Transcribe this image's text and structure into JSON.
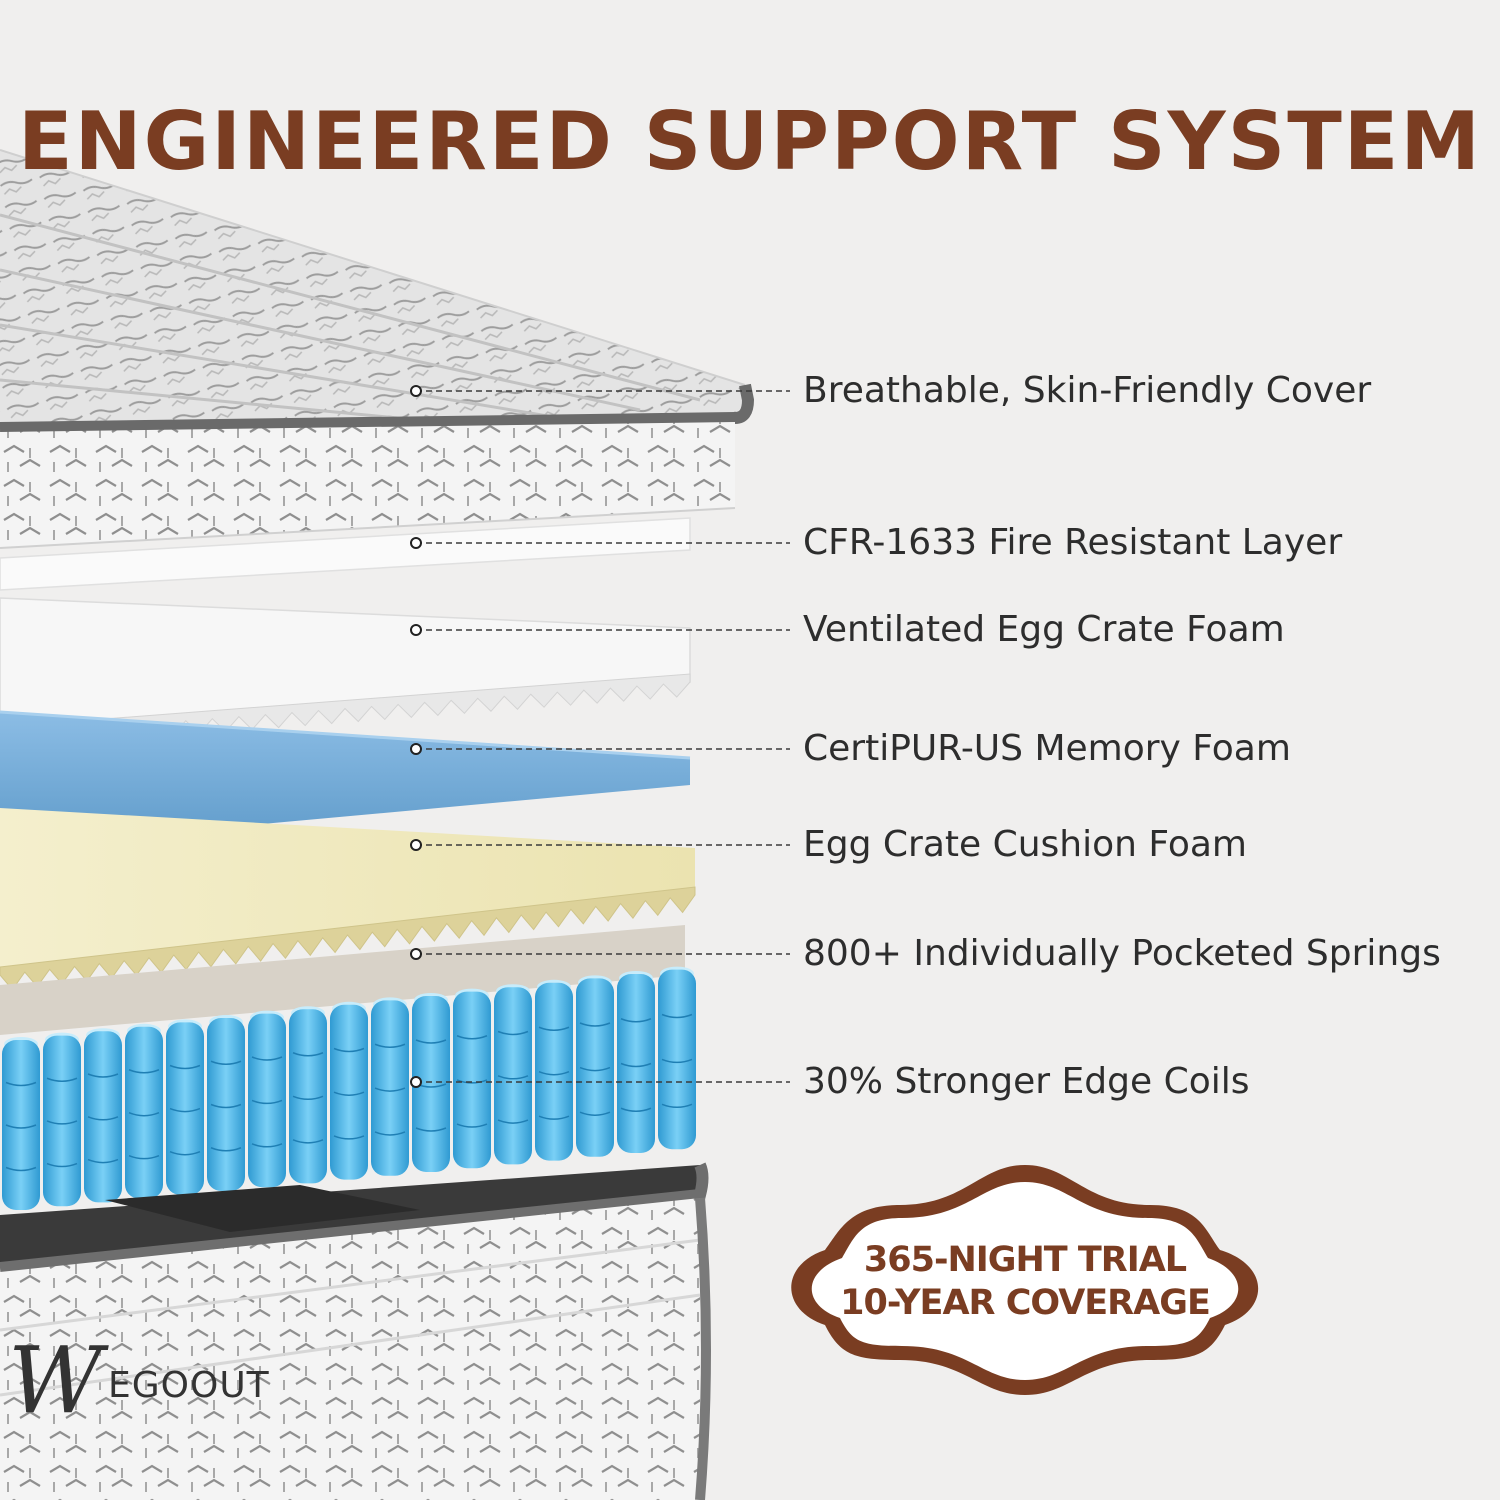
{
  "headline": "ENGINEERED SUPPORT SYSTEM",
  "layers": [
    {
      "label": "Breathable, Skin-Friendly Cover",
      "icon": "cover-layer-icon"
    },
    {
      "label": "CFR-1633 Fire Resistant Layer",
      "icon": "fire-resistant-layer-icon"
    },
    {
      "label": "Ventilated Egg Crate Foam",
      "icon": "egg-crate-foam-icon"
    },
    {
      "label": "CertiPUR-US Memory Foam",
      "icon": "memory-foam-icon"
    },
    {
      "label": "Egg Crate Cushion Foam",
      "icon": "cushion-foam-icon"
    },
    {
      "label": "800+ Individually Pocketed Springs",
      "icon": "pocketed-springs-icon"
    },
    {
      "label": "30% Stronger Edge Coils",
      "icon": "edge-coils-icon"
    }
  ],
  "badge": {
    "line1": "365-NIGHT TRIAL",
    "line2": "10-YEAR COVERAGE"
  },
  "brand": {
    "monogram": "W",
    "name": "EGOOUT"
  },
  "colors": {
    "accent_brown": "#7a3d22",
    "background": "#f0efee",
    "memory_foam_blue": "#7fb0da",
    "cushion_foam_yellow": "#f1ecc2",
    "spring_blue": "#4ab6ea"
  }
}
